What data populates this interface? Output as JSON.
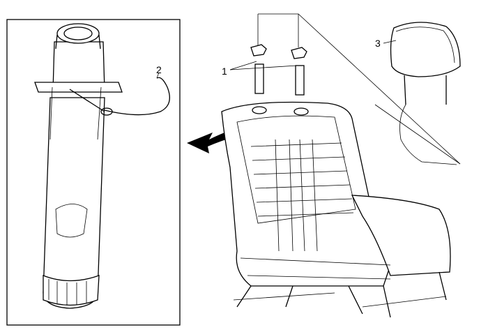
{
  "callouts": {
    "pins": "1",
    "guide_clip": "2",
    "headrest": "3"
  }
}
